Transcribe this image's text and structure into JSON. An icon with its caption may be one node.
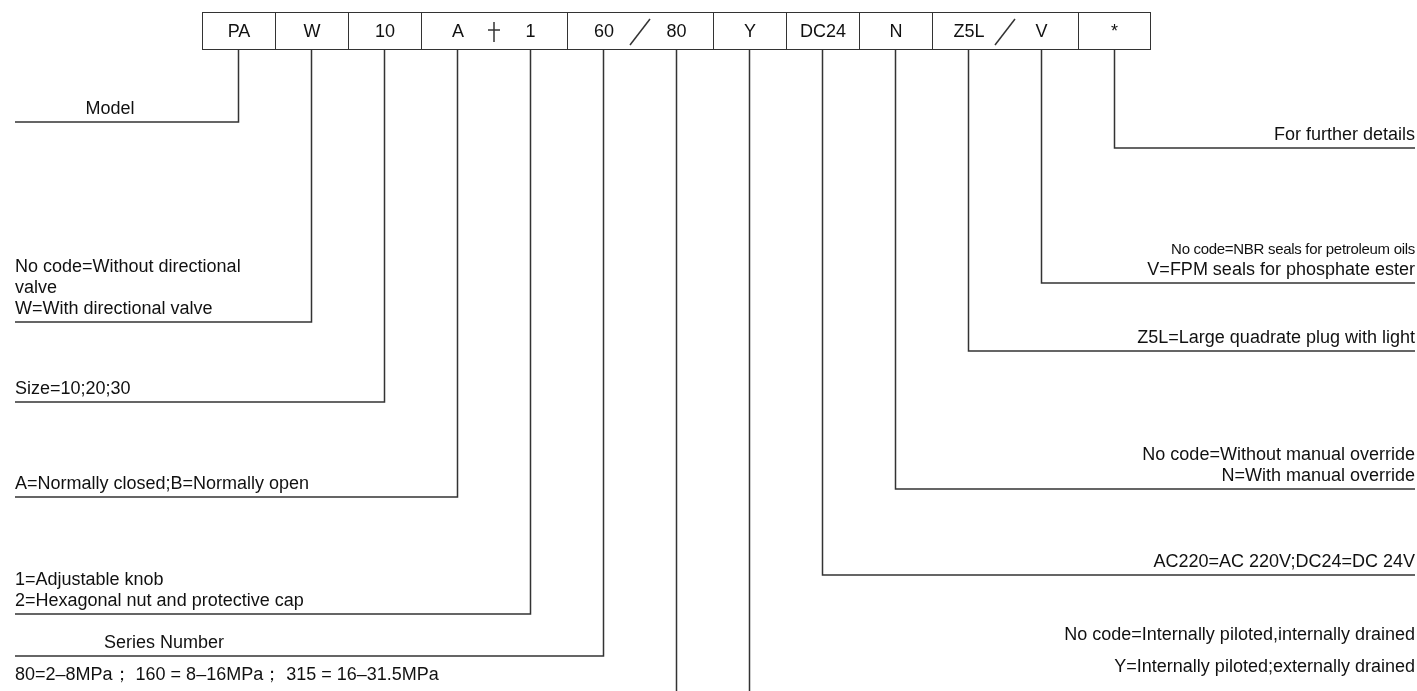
{
  "diagram": {
    "nodes": [
      {
        "text": [
          "PA"
        ]
      },
      {
        "text": [
          "W"
        ]
      },
      {
        "text": [
          "10"
        ]
      },
      {
        "text": [
          "A"
        ]
      },
      {
        "text": [
          "1"
        ]
      },
      {
        "text": [
          "60"
        ]
      },
      {
        "text": [
          "80"
        ]
      },
      {
        "text": [
          "Y"
        ]
      },
      {
        "text": [
          "DC24"
        ]
      },
      {
        "text": [
          "N"
        ]
      },
      {
        "text": [
          "Z5L"
        ]
      },
      {
        "text": [
          "V"
        ]
      },
      {
        "text": [
          "*"
        ]
      },
      {
        "text": [
          "Model"
        ]
      },
      {
        "text": [
          "For further details"
        ]
      },
      {
        "text": [
          "No code=Without directional valve",
          "W=With directional valve"
        ]
      },
      {
        "text": [
          "No code=NBR seals for petroleum oils",
          "V=FPM seals for phosphate ester"
        ]
      },
      {
        "text": [
          "Z5L=Large quadrate plug with light"
        ]
      },
      {
        "text": [
          "Size=10;20;30"
        ]
      },
      {
        "text": [
          "No code=Without manual override",
          "N=With manual override"
        ]
      },
      {
        "text": [
          "A=Normally closed;B=Normally open"
        ]
      },
      {
        "text": [
          "AC220=AC 220V;DC24=DC 24V"
        ]
      },
      {
        "text": [
          "1=Adjustable knob",
          "2=Hexagonal nut and protective cap"
        ]
      },
      {
        "text": [
          "Series Number"
        ]
      }
    ],
    "edges": [
      {
        "from": 0,
        "to": 13,
        "arrow": "none"
      },
      {
        "from": 1,
        "to": 15,
        "arrow": "none"
      },
      {
        "from": 2,
        "to": 18,
        "arrow": "none"
      },
      {
        "from": 3,
        "to": 20,
        "arrow": "none"
      },
      {
        "from": 4,
        "to": 22,
        "arrow": "none"
      },
      {
        "from": 5,
        "to": 23,
        "arrow": "none"
      },
      {
        "from": 6,
        "to": null,
        "arrow": "none"
      },
      {
        "from": 7,
        "to": null,
        "arrow": "none"
      },
      {
        "from": 8,
        "to": 21,
        "arrow": "none"
      },
      {
        "from": 9,
        "to": 19,
        "arrow": "none"
      },
      {
        "from": 10,
        "to": 17,
        "arrow": "none"
      },
      {
        "from": 11,
        "to": 16,
        "arrow": "none"
      },
      {
        "from": 12,
        "to": 14,
        "arrow": "none"
      }
    ],
    "labels": [
      "80=2–8MPa； 160 = 8–16MPa； 315 = 16–31.5MPa",
      "No code=Internally piloted,internally drained",
      "Y=Internally piloted;externally drained"
    ]
  }
}
